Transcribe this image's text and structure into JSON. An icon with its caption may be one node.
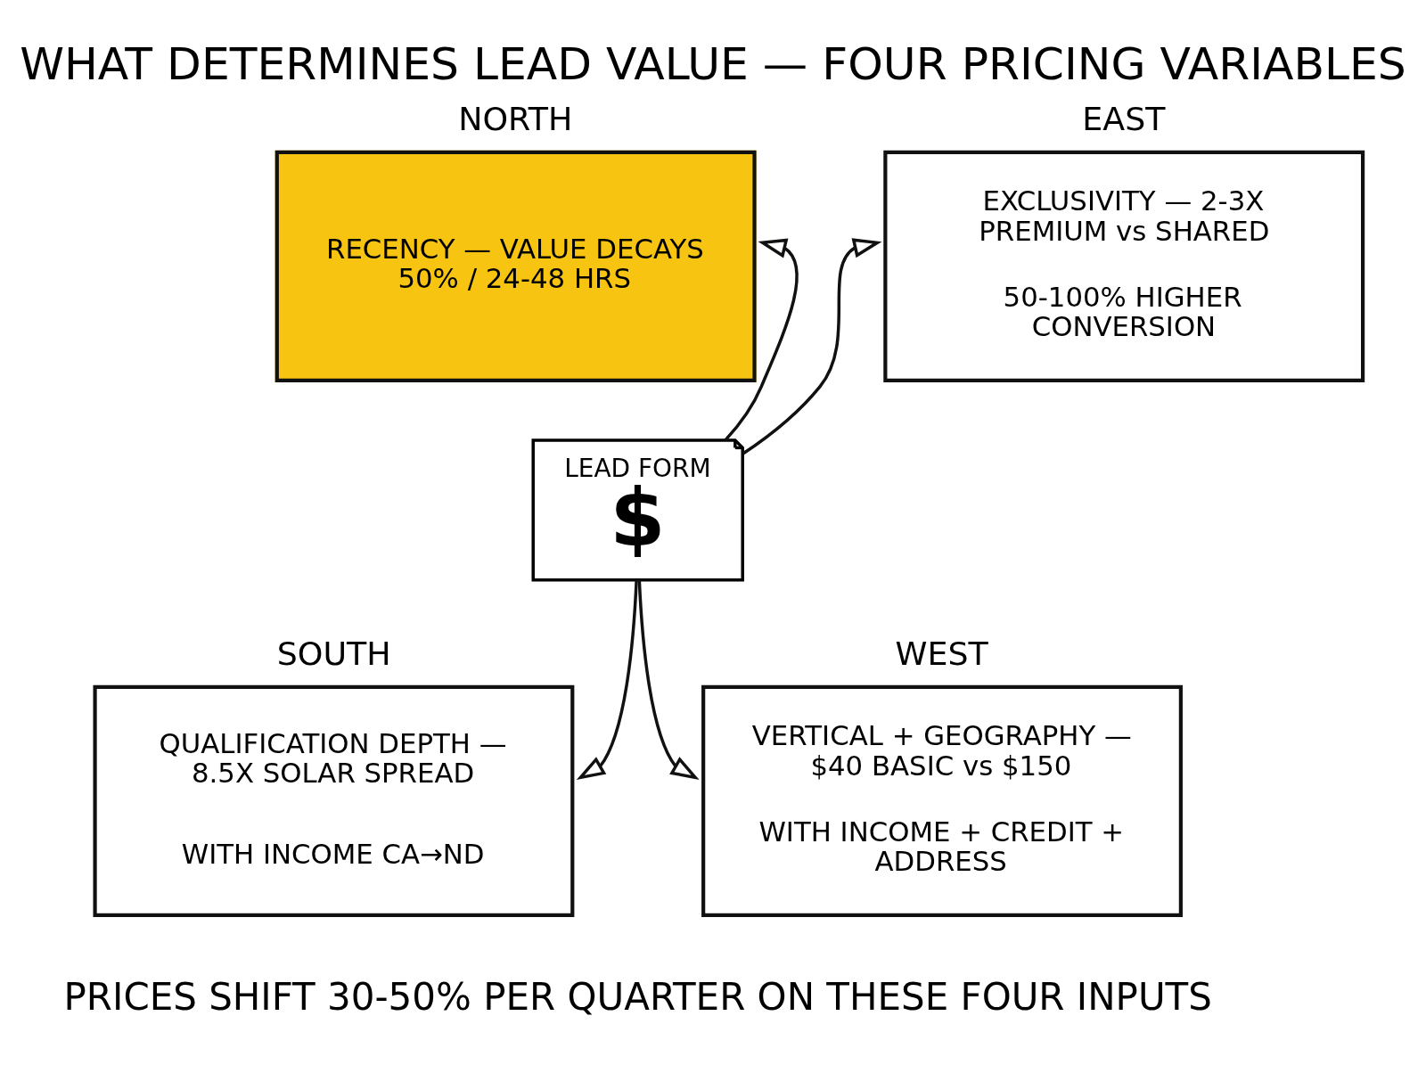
{
  "diagram": {
    "title": "WHAT DETERMINES LEAD VALUE — FOUR PRICING VARIABLES",
    "caption": "PRICES SHIFT 30-50% PER QUARTER ON THESE FOUR INPUTS",
    "nodes": [
      {
        "text": [
          "LEAD FORM",
          "$"
        ]
      },
      {
        "text": [
          "NORTH",
          "RECENCY — VALUE DECAYS 50% / 24-48 HRS"
        ]
      },
      {
        "text": [
          "EAST",
          "EXCLUSIVITY — 2-3X PREMIUM vs SHARED",
          "50-100% HIGHER CONVERSION"
        ]
      },
      {
        "text": [
          "SOUTH",
          "QUALIFICATION DEPTH — 8.5X SOLAR SPREAD",
          "WITH INCOME CA→ND"
        ]
      },
      {
        "text": [
          "WEST",
          "VERTICAL + GEOGRAPHY — $40 BASIC vs $150",
          "WITH INCOME + CREDIT + ADDRESS"
        ]
      }
    ],
    "edges": [
      {
        "from": 0,
        "to": 1,
        "arrow": "to"
      },
      {
        "from": 0,
        "to": 2,
        "arrow": "to"
      },
      {
        "from": 0,
        "to": 3,
        "arrow": "to"
      },
      {
        "from": 0,
        "to": 4,
        "arrow": "to"
      }
    ]
  }
}
